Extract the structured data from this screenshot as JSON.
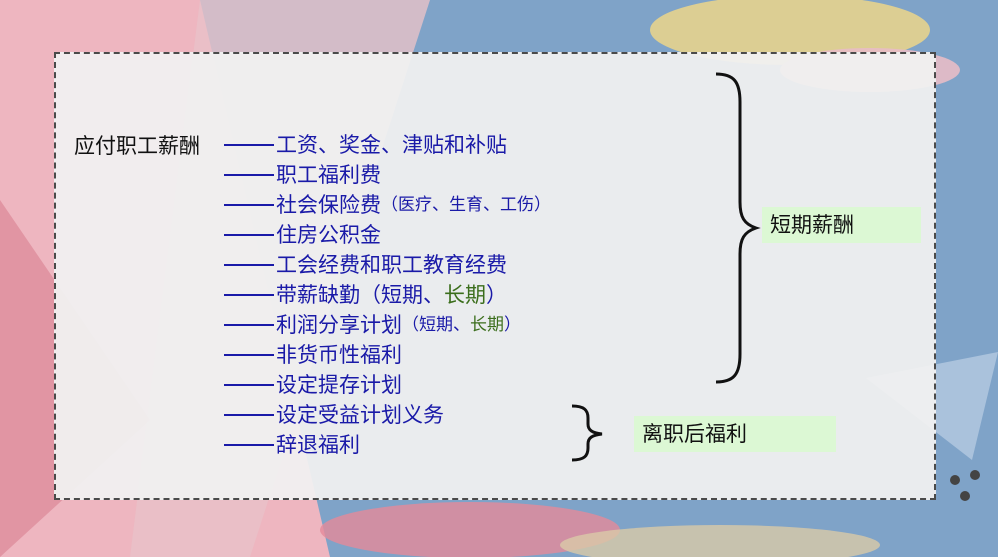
{
  "root": "应付职工薪酬",
  "items": [
    {
      "text": "工资、奖金、津贴和补贴",
      "note": "",
      "note_green": "",
      "note_close": "",
      "tail": ""
    },
    {
      "text": "职工福利费",
      "note": "",
      "note_green": "",
      "note_close": "",
      "tail": ""
    },
    {
      "text": "社会保险费",
      "note": "（医疗、生育、工伤）",
      "note_green": "",
      "note_close": "",
      "tail": ""
    },
    {
      "text": "住房公积金",
      "note": "",
      "note_green": "",
      "note_close": "",
      "tail": ""
    },
    {
      "text": "工会经费和职工教育经费",
      "note": "",
      "note_green": "",
      "note_close": "",
      "tail": ""
    },
    {
      "text": "带薪缺勤（短期、",
      "note": "",
      "note_green": "长期",
      "note_close": "",
      "tail": "）"
    },
    {
      "text": "利润分享计划",
      "note": "（短期、",
      "note_green": "长期",
      "note_close": "）",
      "tail": ""
    },
    {
      "text": "非货币性福利",
      "note": "",
      "note_green": "",
      "note_close": "",
      "tail": ""
    },
    {
      "text": "设定提存计划",
      "note": "",
      "note_green": "",
      "note_close": "",
      "tail": ""
    },
    {
      "text": "设定受益计划义务",
      "note": "",
      "note_green": "",
      "note_close": "",
      "tail": ""
    },
    {
      "text": "辞退福利",
      "note": "",
      "note_green": "",
      "note_close": "",
      "tail": ""
    }
  ],
  "groups": {
    "short_term": "短期薪酬",
    "post_employment": "离职后福利"
  },
  "colors": {
    "item_text": "#1a1aa8",
    "highlight_green": "#3b6e1c",
    "tag_background": "#dcf8d4"
  }
}
